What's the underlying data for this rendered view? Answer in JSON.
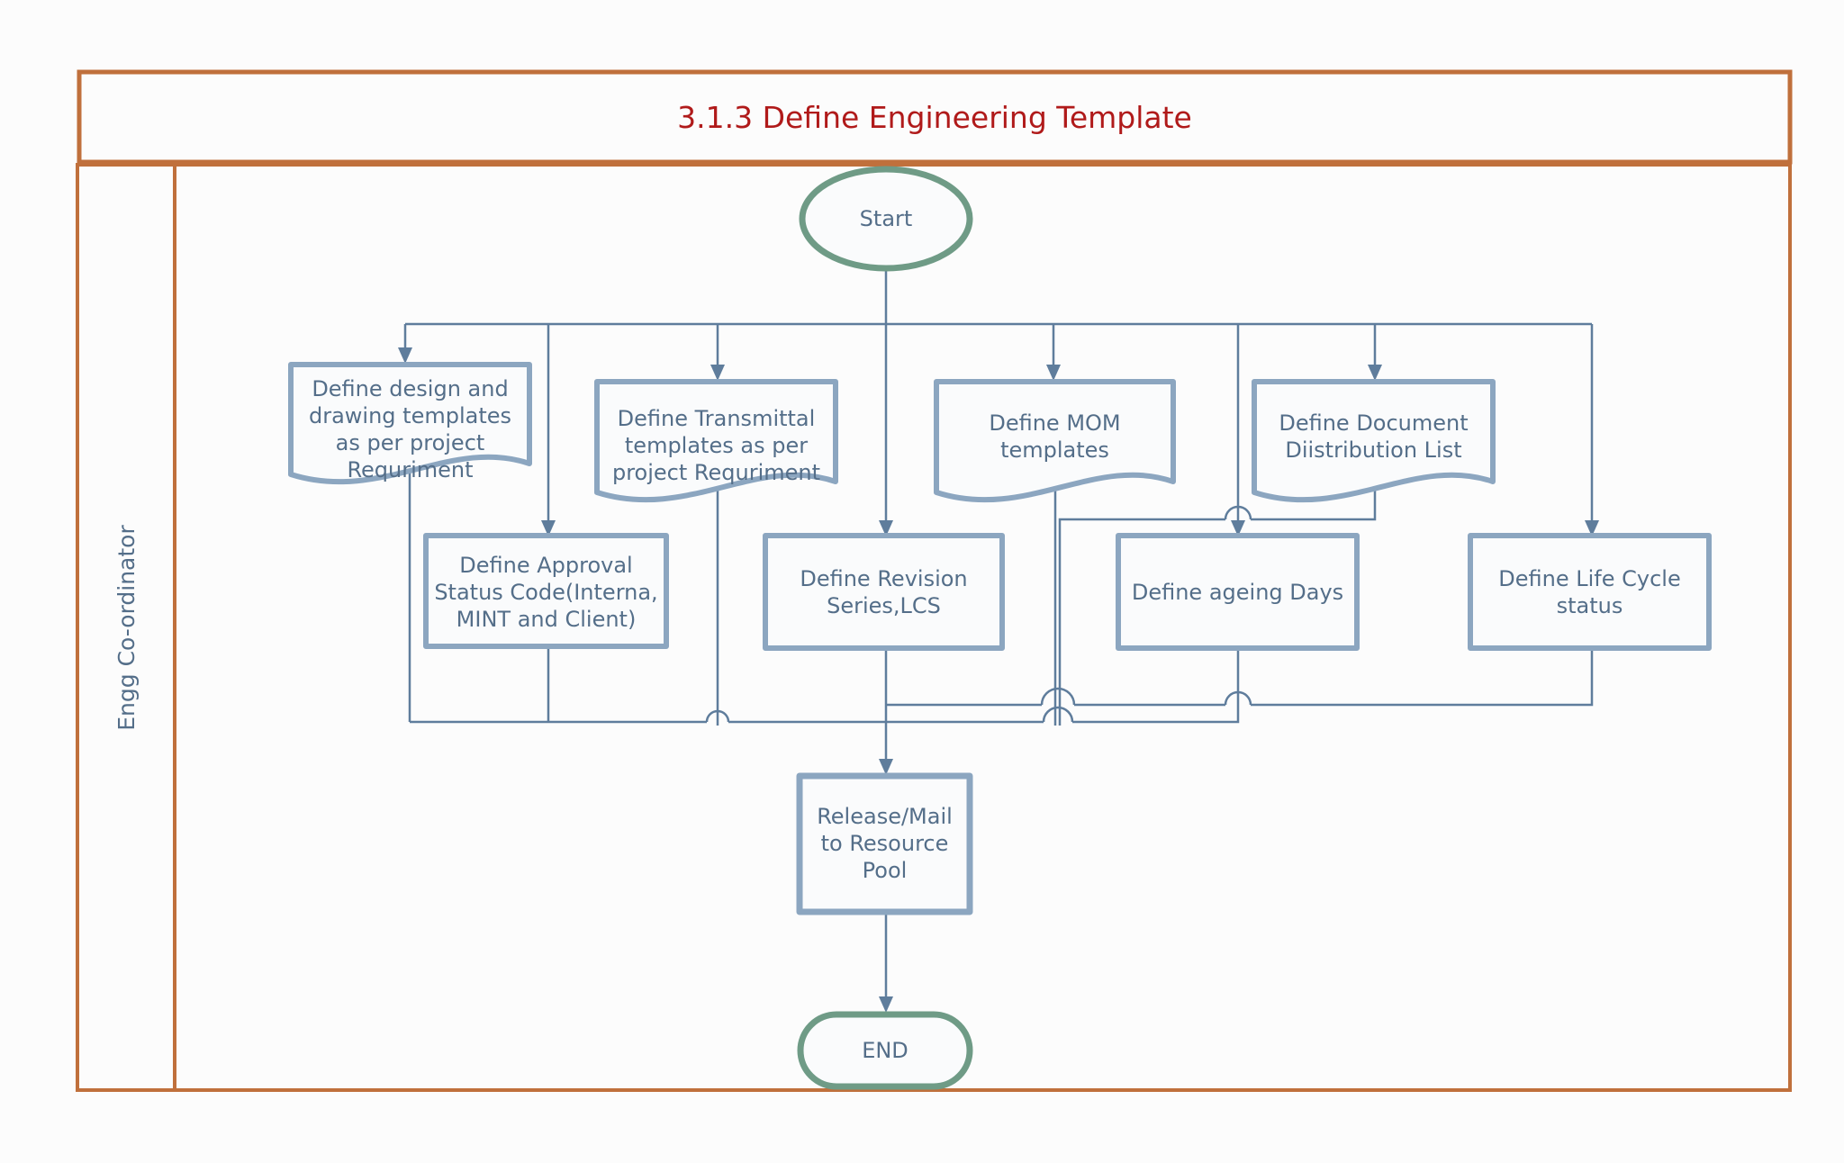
{
  "title": {
    "text": "3.1.3 Define Engineering Template"
  },
  "lane": {
    "label": "Engg Co-ordinator"
  },
  "nodes": {
    "start": {
      "type": "terminator",
      "label": "Start"
    },
    "doc_design": {
      "type": "document",
      "label": "Define design and\ndrawing templates\nas per project\nRequriment"
    },
    "doc_transmittal": {
      "type": "document",
      "label": "Define Transmittal\ntemplates as per\nproject Requriment"
    },
    "doc_mom": {
      "type": "document",
      "label": "Define MOM\ntemplates"
    },
    "doc_distribution": {
      "type": "document",
      "label": "Define Document\nDiistribution List"
    },
    "approval": {
      "type": "process",
      "label": "Define Approval\nStatus Code(Interna,\nMINT and Client)"
    },
    "revision": {
      "type": "process",
      "label": "Define Revision\nSeries,LCS"
    },
    "ageing": {
      "type": "process",
      "label": "Define ageing Days"
    },
    "lifecycle": {
      "type": "process",
      "label": "Define Life Cycle\nstatus"
    },
    "release": {
      "type": "process",
      "label": "Release/Mail\nto Resource\nPool"
    },
    "end": {
      "type": "terminator",
      "label": "END"
    }
  },
  "edges": [
    "start -> revision",
    "start -> doc_design",
    "start -> doc_transmittal",
    "start -> doc_mom",
    "start -> doc_distribution",
    "start -> approval",
    "start -> ageing",
    "start -> lifecycle",
    "doc_design -> release",
    "doc_transmittal -> release",
    "doc_mom -> release",
    "doc_distribution -> release",
    "approval -> release",
    "revision -> release",
    "ageing -> release",
    "lifecycle -> release",
    "release -> end"
  ],
  "colors": {
    "frame": "#c0703c",
    "title_text": "#b01a1a",
    "terminator_stroke": "#6f9b86",
    "shape_stroke": "#8ca6c0",
    "connector": "#5f7d9c",
    "label_text": "#546e89"
  }
}
